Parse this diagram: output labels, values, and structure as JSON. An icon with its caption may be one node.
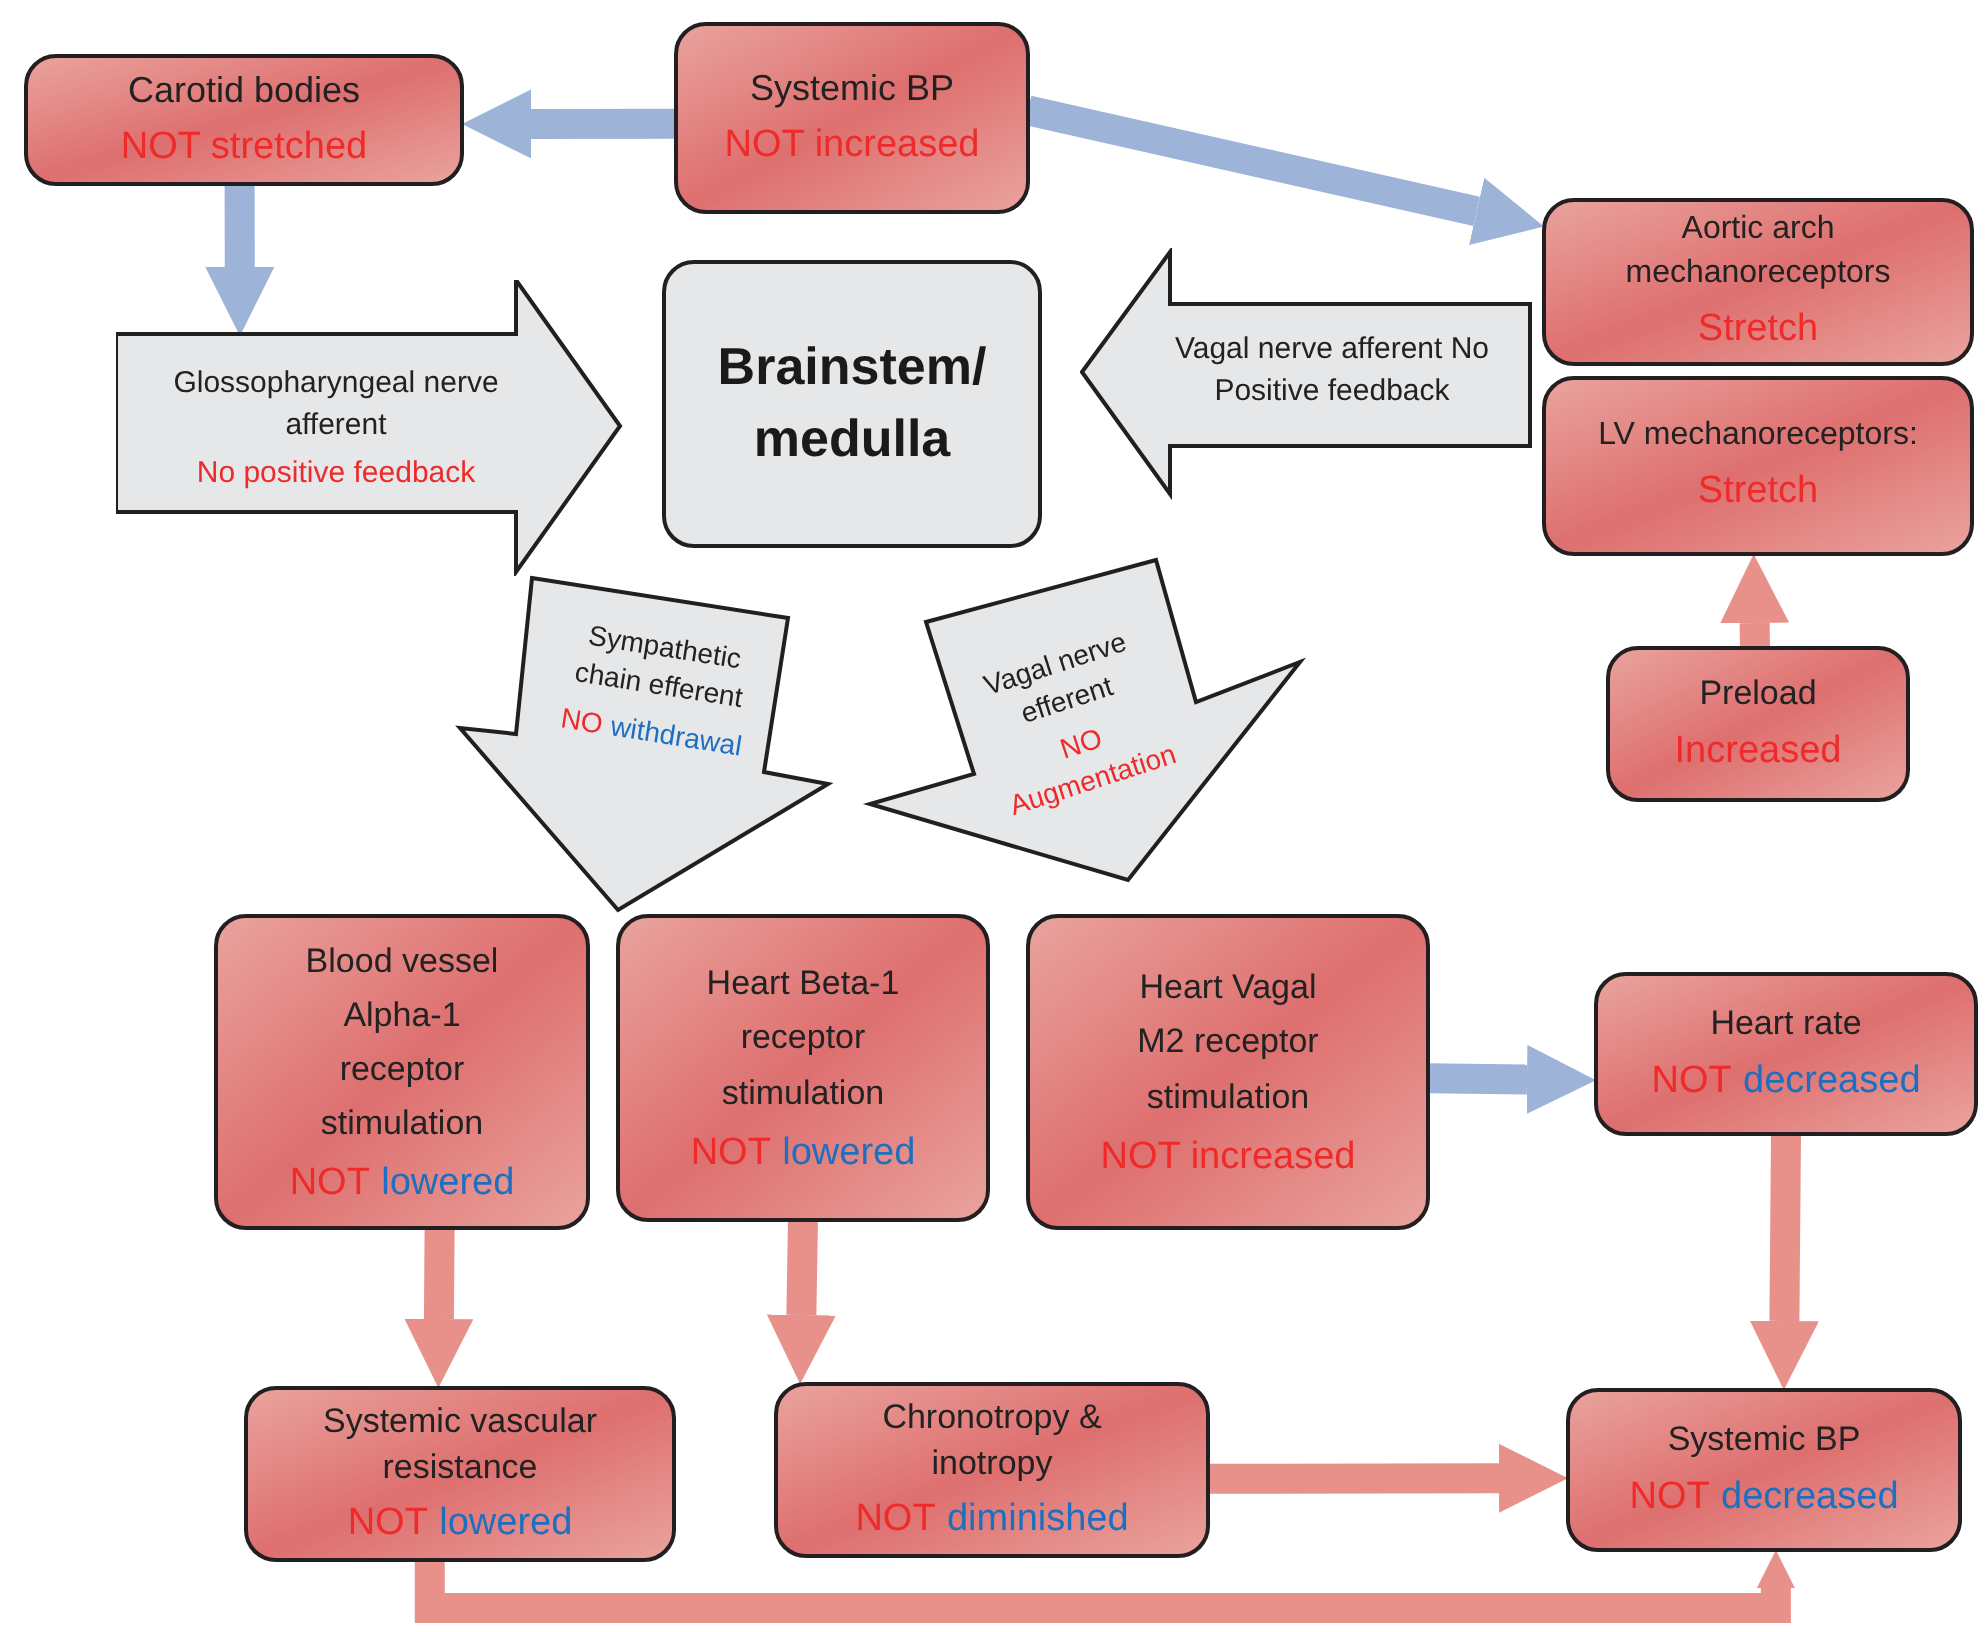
{
  "diagram": {
    "nodes": [
      {
        "text": [
          "Carotid bodies",
          "NOT stretched"
        ]
      },
      {
        "text": [
          "Systemic BP",
          "NOT increased"
        ]
      },
      {
        "text": [
          "Aortic arch mechanoreceptors",
          "Stretch"
        ]
      },
      {
        "text": [
          "LV mechanoreceptors:",
          "Stretch"
        ]
      },
      {
        "text": [
          "Preload",
          "Increased"
        ]
      },
      {
        "text": [
          "Brainstem/ medulla"
        ]
      },
      {
        "text": [
          "Glossopharyngeal nerve afferent",
          "No positive feedback"
        ]
      },
      {
        "text": [
          "Vagal nerve afferent No Positive feedback"
        ]
      },
      {
        "text": [
          "Sympathetic chain efferent",
          "NO",
          "withdrawal"
        ]
      },
      {
        "text": [
          "Vagal nerve efferent",
          "NO Augmentation"
        ]
      },
      {
        "text": [
          "Blood vessel Alpha-1 receptor stimulation",
          "NOT",
          "lowered"
        ]
      },
      {
        "text": [
          "Heart Beta-1 receptor stimulation",
          "NOT",
          "lowered"
        ]
      },
      {
        "text": [
          "Heart Vagal M2 receptor stimulation",
          "NOT increased"
        ]
      },
      {
        "text": [
          "Heart rate",
          "NOT",
          "decreased"
        ]
      },
      {
        "text": [
          "Systemic vascular resistance",
          "NOT",
          "lowered"
        ]
      },
      {
        "text": [
          "Chronotropy & inotropy",
          "NOT",
          "diminished"
        ]
      },
      {
        "text": [
          "Systemic BP",
          "NOT",
          "decreased"
        ]
      }
    ],
    "edges": [
      {
        "from": 1,
        "to": 0,
        "arrow": "to",
        "color": "#9db3d8"
      },
      {
        "from": 1,
        "to": 2,
        "arrow": "to",
        "color": "#9db3d8"
      },
      {
        "from": 0,
        "to": 6,
        "arrow": "to",
        "color": "#9db3d8"
      },
      {
        "from": 4,
        "to": 3,
        "arrow": "to"
      },
      {
        "from": 12,
        "to": 13,
        "arrow": "to",
        "color": "#9db3d8"
      },
      {
        "from": 13,
        "to": 16,
        "arrow": "to"
      },
      {
        "from": 10,
        "to": 14,
        "arrow": "to"
      },
      {
        "from": 11,
        "to": 15,
        "arrow": "to"
      },
      {
        "from": 15,
        "to": 16,
        "arrow": "to"
      },
      {
        "from": 14,
        "to": 16,
        "arrow": "to"
      }
    ]
  }
}
